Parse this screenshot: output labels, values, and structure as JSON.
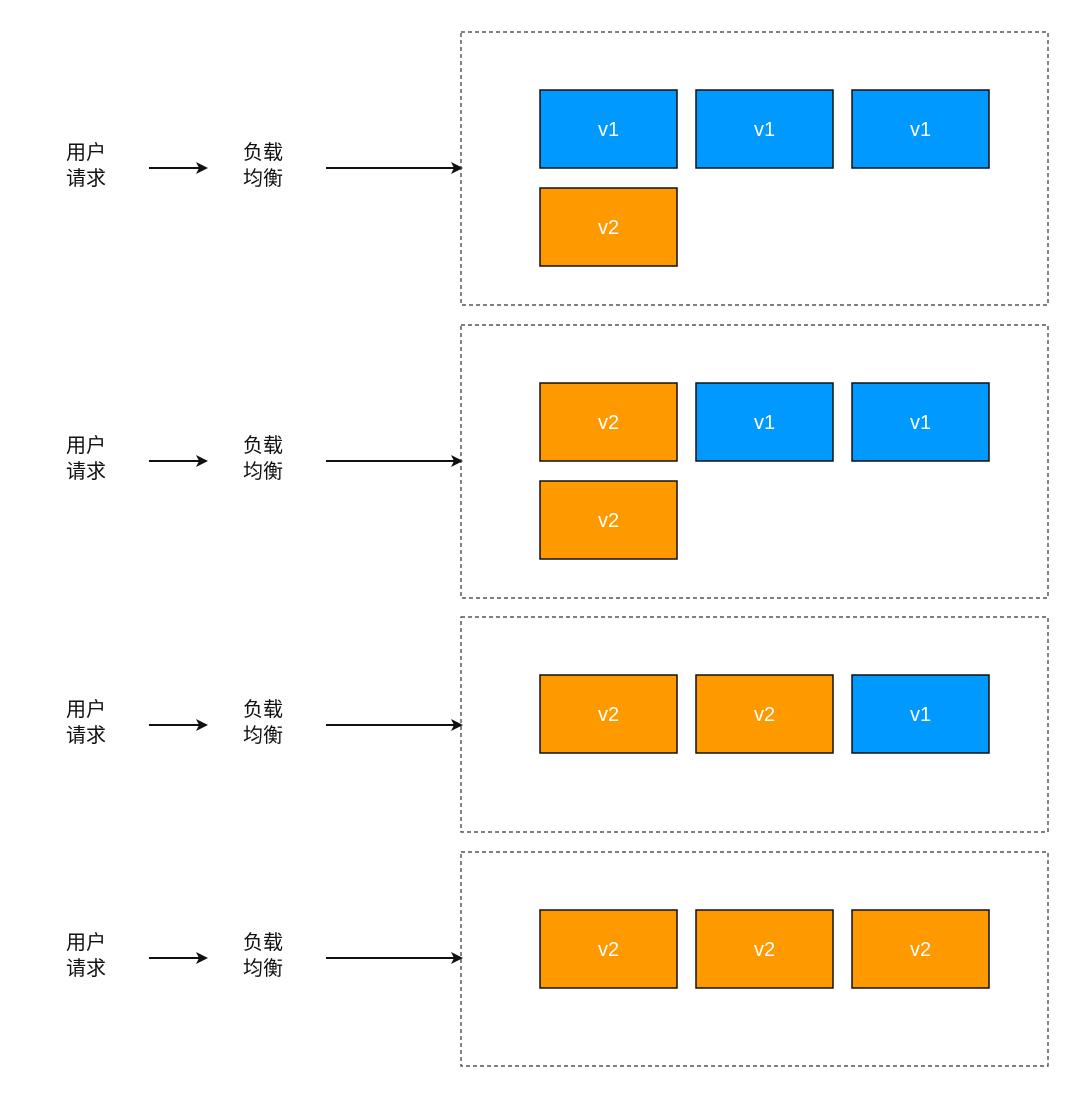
{
  "colors": {
    "v1": "#0099ff",
    "v2": "#ff9900",
    "stroke": "#111111",
    "dash_border": "#333333"
  },
  "rows": [
    {
      "user_request": [
        "用户",
        "请求"
      ],
      "load_balancer": [
        "负载",
        "均衡"
      ],
      "instances": [
        "v1",
        "v1",
        "v1",
        "v2"
      ]
    },
    {
      "user_request": [
        "用户",
        "请求"
      ],
      "load_balancer": [
        "负载",
        "均衡"
      ],
      "instances": [
        "v2",
        "v1",
        "v1",
        "v2"
      ]
    },
    {
      "user_request": [
        "用户",
        "请求"
      ],
      "load_balancer": [
        "负载",
        "均衡"
      ],
      "instances": [
        "v2",
        "v2",
        "v1"
      ]
    },
    {
      "user_request": [
        "用户",
        "请求"
      ],
      "load_balancer": [
        "负载",
        "均衡"
      ],
      "instances": [
        "v2",
        "v2",
        "v2"
      ]
    }
  ]
}
